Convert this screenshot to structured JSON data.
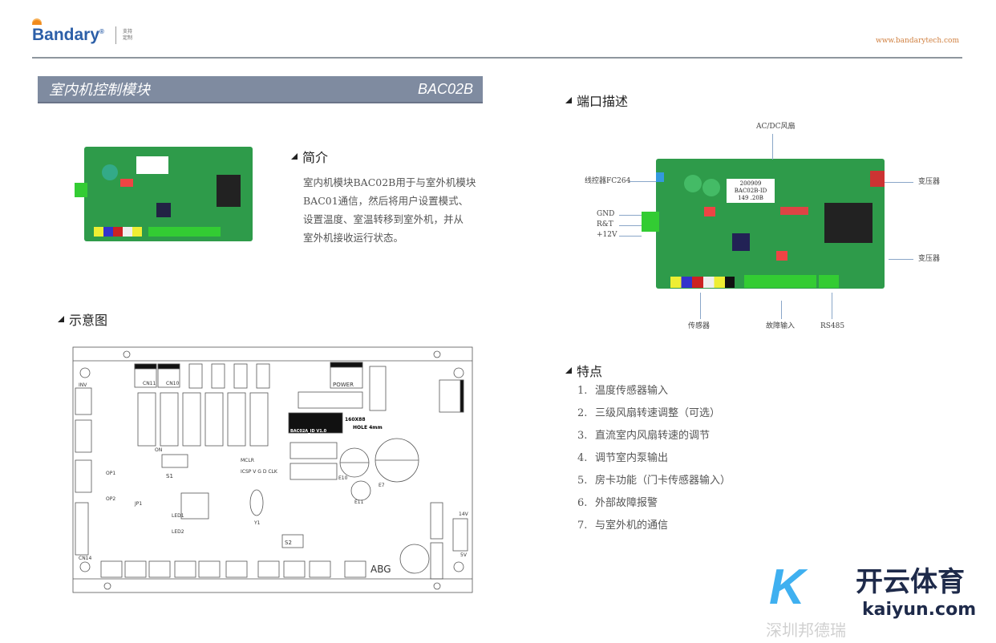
{
  "header": {
    "brand": "Bandary",
    "registered": "®",
    "tagline": "支持定制",
    "url": "www.bandarytech.com"
  },
  "banner": {
    "title": "室内机控制模块",
    "model": "BAC02B"
  },
  "intro": {
    "heading": "简介",
    "lines": [
      "室内机模块BAC02B用于与室外机模块",
      "BAC01通信，然后将用户设置模式、",
      "设置温度、室温转移到室外机，并从",
      "室外机接收运行状态。"
    ]
  },
  "diagram": {
    "heading": "示意图",
    "labels": {
      "cn11": "CN11",
      "cn10": "CN10",
      "power": "POWER",
      "board_name": "BAC02A_ID V1.0",
      "size": "160X88",
      "hole": "HOLE 4mm",
      "s1": "S1",
      "s2": "S2",
      "led1": "LED1",
      "led2": "LED2",
      "op1": "OP1",
      "op2": "OP2",
      "jp1": "JP1",
      "y1": "Y1",
      "mclr": "MCLR",
      "icsp": "ICSP V G D CLK",
      "e10": "E10",
      "e11": "E11",
      "e7": "E7",
      "abg": "ABG",
      "inv": "INV",
      "cn14": "CN14",
      "on": "ON",
      "v14": "14V",
      "v5": "5V"
    }
  },
  "ports": {
    "heading": "端口描述",
    "labels": {
      "fan": "AC/DC风扇",
      "wired_ctrl": "线控器FC264",
      "gnd": "GND",
      "rt": "R&T",
      "v12": "+12V",
      "transformer1": "变压器",
      "transformer2": "变压器",
      "sensor": "传感器",
      "fault": "故障输入",
      "rs485": "RS485"
    },
    "board_label": [
      "200909",
      "BAC02B-ID",
      "149 .20B"
    ]
  },
  "features": {
    "heading": "特点",
    "items": [
      {
        "n": "1.",
        "text": "温度传感器输入"
      },
      {
        "n": "2.",
        "text": "三级风扇转速调整（可选）"
      },
      {
        "n": "3.",
        "text": "直流室内风扇转速的调节"
      },
      {
        "n": "4.",
        "text": "调节室内泵输出"
      },
      {
        "n": "5.",
        "text": "房卡功能（门卡传感器输入）"
      },
      {
        "n": "6.",
        "text": "外部故障报警"
      },
      {
        "n": "7.",
        "text": "与室外机的通信"
      }
    ]
  },
  "watermark": {
    "mark": "K",
    "name": "开云体育",
    "domain": "kaiyun.com",
    "overlay": "深圳邦德瑞"
  }
}
